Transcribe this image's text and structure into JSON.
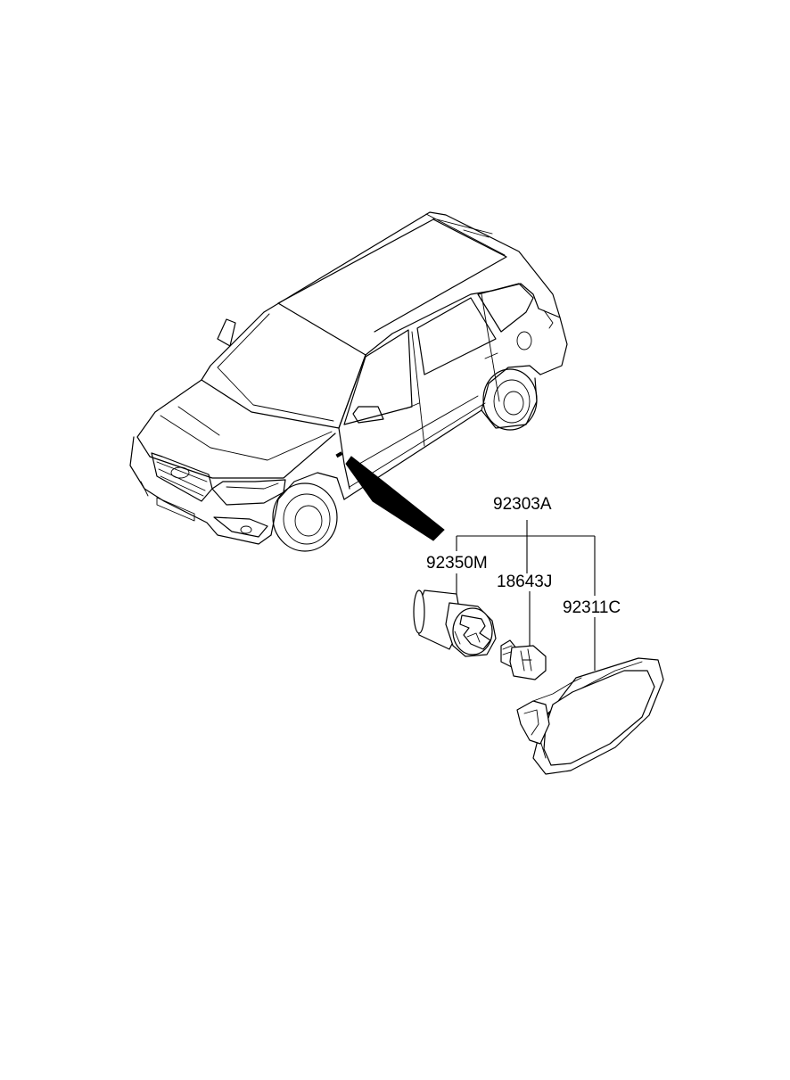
{
  "labels": {
    "assembly": "92303A",
    "socket": "92350M",
    "bulb": "18643J",
    "lens": "92311C"
  },
  "colors": {
    "line": "#000000",
    "background": "#ffffff"
  },
  "icons": {
    "vehicle": "suv-vehicle-illustration",
    "pointer": "location-pointer-arrow",
    "socket": "bulb-socket-illustration",
    "bulb": "wedge-bulb-illustration",
    "lens": "side-repeater-lamp-illustration"
  }
}
